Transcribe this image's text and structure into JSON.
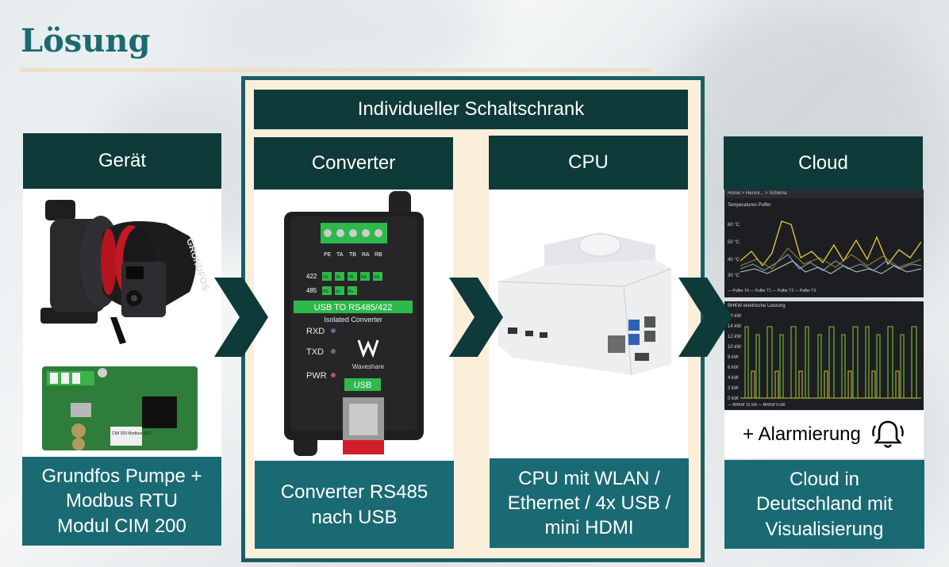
{
  "slide": {
    "title": "Lösung",
    "cabinet_label": "Individueller Schaltschrank"
  },
  "columns": [
    {
      "id": "geraet",
      "header": "Gerät",
      "caption": "Grundfos Pumpe +\nModbus RTU\nModul CIM 200"
    },
    {
      "id": "converter",
      "header": "Converter",
      "caption": "Converter RS485\nnach USB"
    },
    {
      "id": "cpu",
      "header": "CPU",
      "caption": "CPU mit WLAN /\nEthernet / 4x USB /\nmini HDMI"
    },
    {
      "id": "cloud",
      "header": "Cloud",
      "caption": "Cloud in\nDeutschland mit\nVisualisierung"
    }
  ],
  "alarm": {
    "label": "+ Alarmierung",
    "icon": "bell-icon"
  },
  "pump": {
    "brand": "GRUNDFOS"
  },
  "converter_device": {
    "terminals": [
      "PE",
      "TA",
      "TB",
      "RA",
      "RB"
    ],
    "row_422": "422",
    "row_485": "485",
    "row_422_pins": [
      "PE",
      "TA",
      "TB",
      "RA",
      "RB"
    ],
    "row_485_pins": [
      "PE",
      "A+",
      "B+"
    ],
    "banner": "USB TO RS485/422",
    "sub": "Isolated Converter",
    "leds": [
      "RXD",
      "TXD",
      "PWR"
    ],
    "brand": "Waveshare",
    "usb": "USB"
  },
  "module_board": {
    "label": "CIM 200\nModbus RTU"
  },
  "dashboard": {
    "breadcrumb": "Home  >  Hervor...  >  Schema",
    "panel1_title": "Temperaturen Puffer",
    "panel1_legend": "— Puffer T4   — Puffer T1   — Puffer T2   — Puffer T3",
    "panel1_yticks": [
      "60 °C",
      "50 °C",
      "40 °C",
      "30 °C"
    ],
    "panel2_title": "BHKW elektrische Leistung",
    "panel2_legend": "— BHKW 15 kW   — BHKW 6 kW",
    "panel2_yticks": [
      "16 kW",
      "14 kW",
      "12 kW",
      "10 kW",
      "8 kW",
      "6 kW",
      "4 kW",
      "2 kW",
      "0 kW"
    ]
  },
  "colors": {
    "dark_header": "#0f3a3a",
    "caption_teal": "#1a6a74",
    "frame_border": "#1b5f65",
    "frame_fill": "#fbefdc",
    "title": "#1a6a6f",
    "rule": "#f1dfc4",
    "arrow": "#0f3a3a",
    "converter_green": "#2fb84b"
  }
}
